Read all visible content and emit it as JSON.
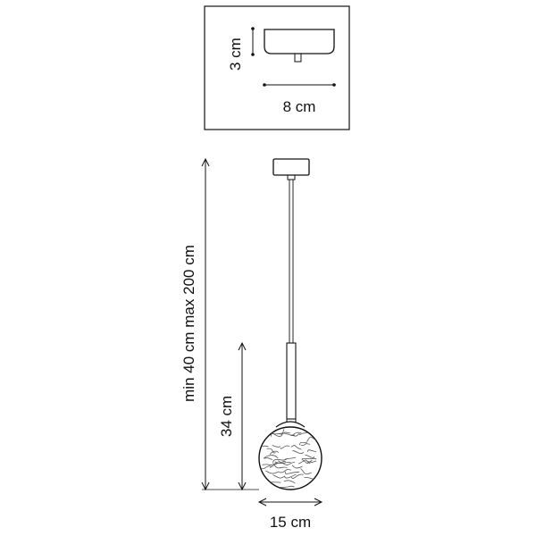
{
  "canopy_detail": {
    "height_label": "3 cm",
    "width_label": "8 cm"
  },
  "lamp": {
    "cable_length_label": "min 40 cm max 200 cm",
    "shade_drop_label": "34 cm",
    "shade_width_label": "15 cm"
  },
  "colors": {
    "line": "#111111",
    "background": "#ffffff"
  }
}
